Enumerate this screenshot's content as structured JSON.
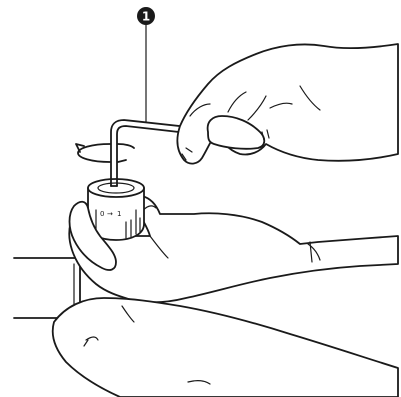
{
  "callout": {
    "number": "1"
  },
  "knob": {
    "markings": [
      "0",
      "1"
    ],
    "arrow_glyph": "→"
  },
  "colors": {
    "ink": "#1a1a1a",
    "paper": "#ffffff"
  },
  "icons": {
    "rotation": "rotation-arrow-icon"
  }
}
